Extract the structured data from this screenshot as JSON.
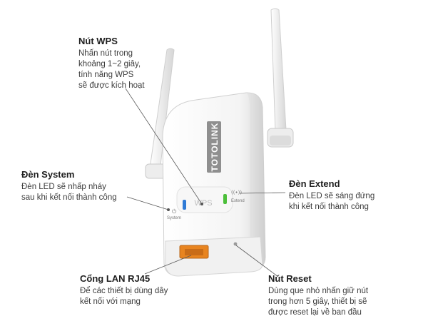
{
  "device": {
    "brand_logo": "TOTOLINK",
    "wps_label": "WPS",
    "system_label": "System",
    "extend_label": "Extend"
  },
  "annotations": {
    "wps": {
      "title": "Nút WPS",
      "desc": "Nhấn nút trong\nkhoảng 1~2 giây,\ntính năng WPS\nsẽ được kích hoạt"
    },
    "system": {
      "title": "Đèn System",
      "desc": "Đèn LED sẽ nhấp nháy\nsau khi kết nối thành công"
    },
    "extend": {
      "title": "Đèn Extend",
      "desc": "Đèn LED sẽ sáng đứng\nkhi kết nối thành công"
    },
    "lan": {
      "title": "Cổng LAN RJ45",
      "desc": "Để các thiết bị dùng dây\nkết nối với mạng"
    },
    "reset": {
      "title": "Nút Reset",
      "desc": "Dùng que nhỏ nhấn giữ nút\ntrong hơn 5 giây, thiết bị sẽ\nđược reset lại về ban đầu"
    }
  },
  "colors": {
    "system_led": "#2f7bd6",
    "extend_led": "#4cbf3a",
    "lan_port": "#e8841f"
  }
}
